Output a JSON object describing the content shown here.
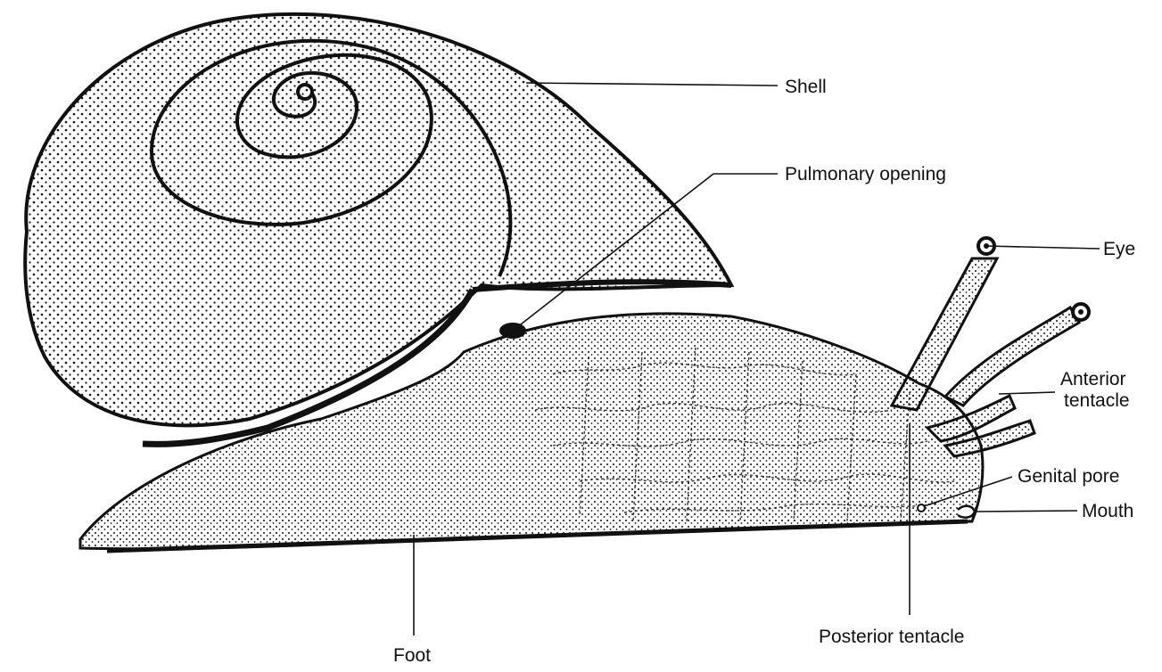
{
  "colors": {
    "ink": "#111111",
    "background": "#ffffff"
  },
  "labels": {
    "shell": "Shell",
    "pulmonary_opening": "Pulmonary opening",
    "eye": "Eye",
    "anterior_tentacle_line1": "Anterior",
    "anterior_tentacle_line2": "tentacle",
    "genital_pore": "Genital pore",
    "mouth": "Mouth",
    "posterior_tentacle": "Posterior tentacle",
    "foot": "Foot"
  }
}
